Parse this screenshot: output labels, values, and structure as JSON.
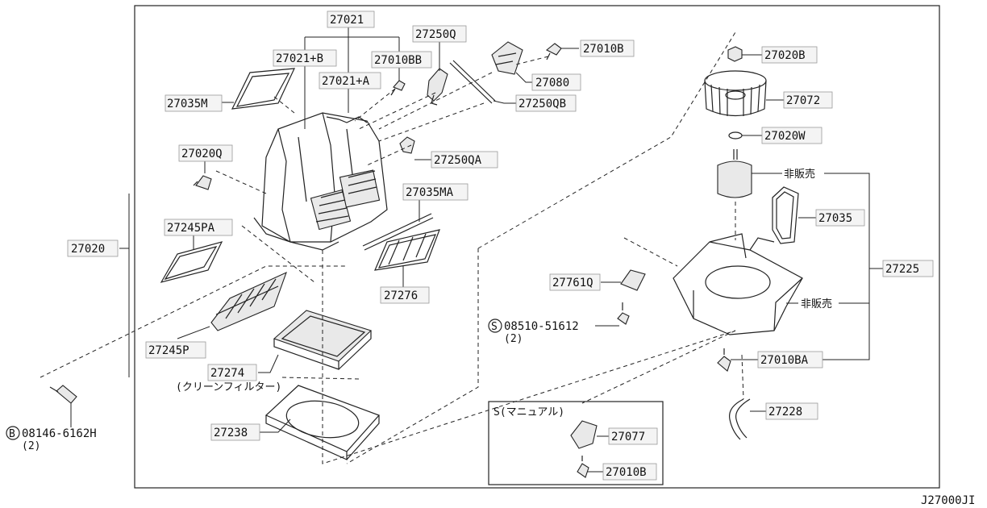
{
  "diagram_id": "J27000JI",
  "labels": {
    "p27021": "27021",
    "p27021B": "27021+B",
    "p27021A": "27021+A",
    "p27010BB": "27010BB",
    "p27250Q": "27250Q",
    "p27010B_top": "27010B",
    "p27080": "27080",
    "p27250QB": "27250QB",
    "p27035M": "27035M",
    "p27020Q": "27020Q",
    "p27250QA": "27250QA",
    "p27035MA": "27035MA",
    "p27245PA": "27245PA",
    "p27020": "27020",
    "p27276": "27276",
    "p27245P": "27245P",
    "p27274": "27274",
    "p27274_note": "(クリーンフィルター)",
    "p27238": "27238",
    "p08146": "08146-6162H",
    "p08146_qty": "(2)",
    "p08146_prefix": "B",
    "p27020B": "27020B",
    "p27072": "27072",
    "p27020W": "27020W",
    "hihanbai_top": "非販売",
    "p27035": "27035",
    "p27225": "27225",
    "hihanbai_mid": "非販売",
    "p27761Q": "27761Q",
    "p08510": "08510-51612",
    "p08510_qty": "(2)",
    "p08510_prefix": "S",
    "p27010BA": "27010BA",
    "p27228": "27228",
    "manual_title": "S(マニュアル)",
    "p27077": "27077",
    "p27010B_bottom": "27010B"
  }
}
